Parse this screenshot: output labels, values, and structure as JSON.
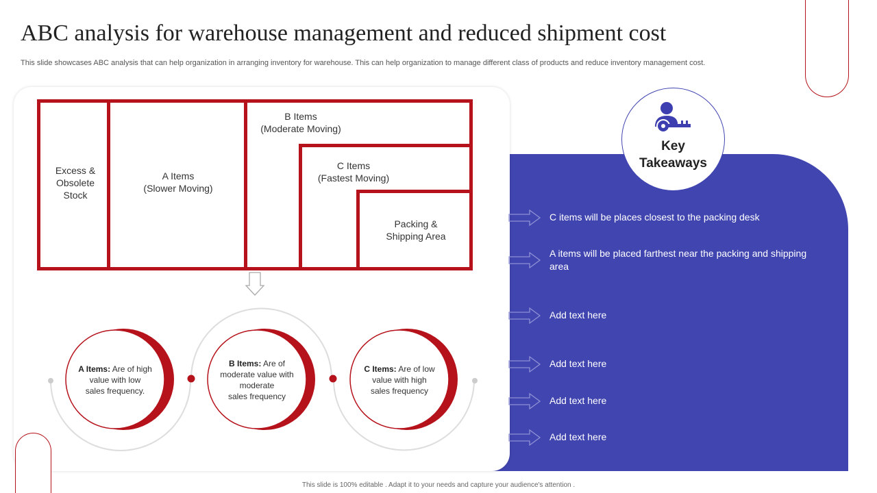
{
  "header": {
    "title": "ABC analysis for warehouse management and reduced shipment cost",
    "subtitle": "This slide showcases ABC analysis that can help organization in arranging inventory for warehouse. This can help organization to manage different class of products and reduce inventory management cost."
  },
  "layout_diagram": {
    "excess_stock": [
      "Excess &",
      "Obsolete",
      "Stock"
    ],
    "a_items": [
      "A Items",
      "(Slower Moving)"
    ],
    "b_items": [
      "B Items",
      "(Moderate Moving)"
    ],
    "c_items": [
      "C Items",
      "(Fastest Moving)"
    ],
    "packing_area": [
      "Packing &",
      "Shipping Area"
    ]
  },
  "classes": [
    {
      "heading": "A Items:",
      "lines": [
        "Are of high",
        "value with low",
        "sales frequency."
      ]
    },
    {
      "heading": "B Items:",
      "lines": [
        "Are of",
        "moderate value with",
        "moderate",
        "sales frequency"
      ]
    },
    {
      "heading": "C Items:",
      "lines": [
        "Are of low",
        "value with high",
        "sales frequency"
      ]
    }
  ],
  "key_takeaways": {
    "title_lines": [
      "Key",
      "Takeaways"
    ],
    "icon": "person-key-icon",
    "items": [
      "C items will be places closest to the packing desk",
      "A items will be placed farthest near the packing and shipping area",
      "Add text here",
      "Add text here",
      "Add text here",
      "Add text here"
    ]
  },
  "footer": {
    "text": "This slide is 100% editable . Adapt it to your needs and capture your audience's attention ."
  },
  "colors": {
    "accent_red": "#b5121b",
    "panel_blue": "#4145b0",
    "icon_blue": "#3d3fb0"
  }
}
